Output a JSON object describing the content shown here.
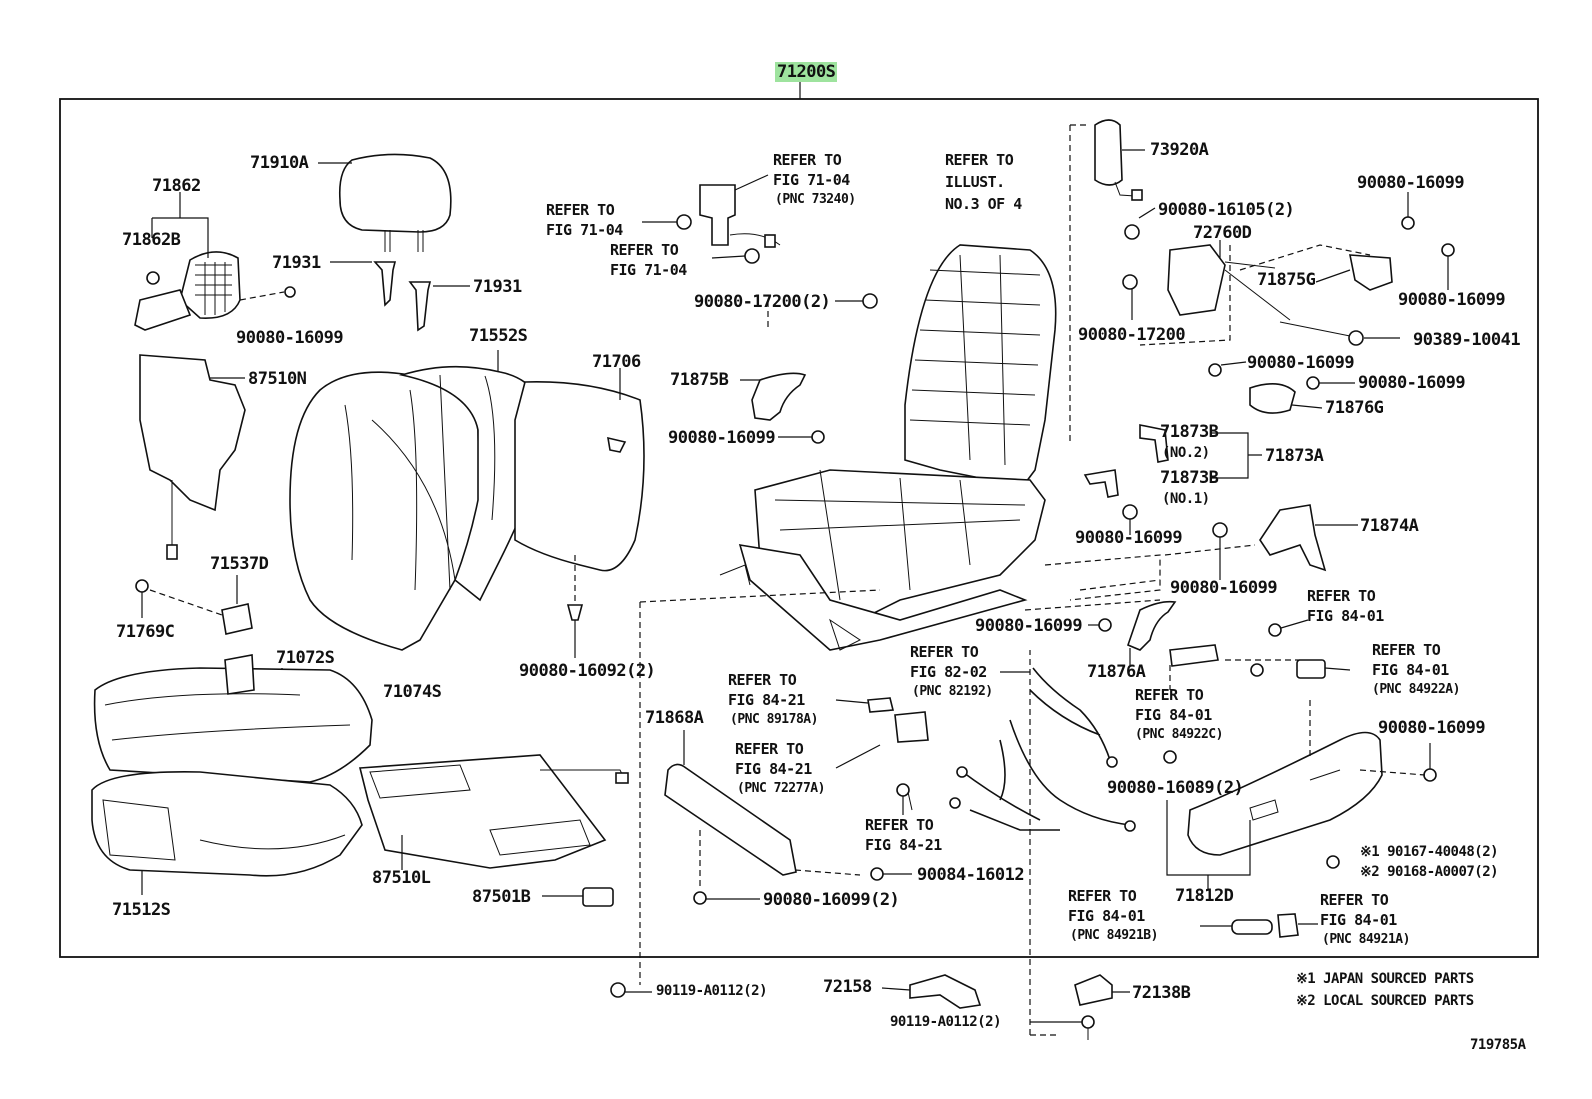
{
  "main_part": "71200S",
  "figure_code": "719785A",
  "legend": {
    "note1": "※1 JAPAN SOURCED PARTS",
    "note2": "※2 LOCAL SOURCED PARTS"
  },
  "labels": {
    "p71910A": "71910A",
    "p71862": "71862",
    "p71862B": "71862B",
    "p71931a": "71931",
    "p71931b": "71931",
    "p90080_16099_a": "90080-16099",
    "p71552S": "71552S",
    "p71706": "71706",
    "p87510N": "87510N",
    "p71537D": "71537D",
    "p71769C": "71769C",
    "p71074S": "71074S",
    "p90080_16092": "90080-16092(2)",
    "p71072S": "71072S",
    "p87510L": "87510L",
    "p71512S": "71512S",
    "p87501B": "87501B",
    "p90080_17200_a": "90080-17200(2)",
    "p71875B": "71875B",
    "p90080_16099_b": "90080-16099",
    "p73920A": "73920A",
    "p90080_16105": "90080-16105(2)",
    "p72760D": "72760D",
    "p90080_16099_c": "90080-16099",
    "p71875G": "71875G",
    "p90080_16099_d": "90080-16099",
    "p90080_17200_b": "90080-17200",
    "p90389_10041": "90389-10041",
    "p90080_16099_e": "90080-16099",
    "p90080_16099_f": "90080-16099",
    "p71876G": "71876G",
    "p71873B_1": "71873B",
    "p71873B_no2": "(NO.2)",
    "p71873A": "71873A",
    "p71873B_2": "71873B",
    "p71873B_no1": "(NO.1)",
    "p90080_16099_g": "90080-16099",
    "p71874A": "71874A",
    "p90080_16099_h": "90080-16099",
    "p90080_16099_i": "90080-16099",
    "p71876A": "71876A",
    "p71868A": "71868A",
    "p90084_16012": "90084-16012",
    "p90080_16099_j": "90080-16099(2)",
    "p90080_16089": "90080-16089(2)",
    "p90080_16099_k": "90080-16099",
    "p90167": "※1 90167-40048(2)",
    "p90168": "※2 90168-A0007(2)",
    "p71812D": "71812D",
    "p90119_a": "90119-A0112(2)",
    "p72158": "72158",
    "p90119_b": "90119-A0112(2)",
    "p72138B": "72138B"
  },
  "refs": {
    "r1_a": "REFER TO",
    "r1_b": "FIG 71-04",
    "r1_c": "(PNC 73240)",
    "r2_a": "REFER TO",
    "r2_b": "FIG 71-04",
    "r3_a": "REFER TO",
    "r3_b": "FIG 71-04",
    "r4_a": "REFER TO",
    "r4_b": "ILLUST.",
    "r4_c": "NO.3 OF 4",
    "r5_a": "REFER TO",
    "r5_b": "FIG 84-01",
    "r6_a": "REFER TO",
    "r6_b": "FIG 84-01",
    "r6_c": "(PNC 84922A)",
    "r7_a": "REFER TO",
    "r7_b": "FIG 82-02",
    "r7_c": "(PNC 82192)",
    "r8_a": "REFER TO",
    "r8_b": "FIG 84-01",
    "r8_c": "(PNC 84922C)",
    "r9_a": "REFER TO",
    "r9_b": "FIG 84-21",
    "r9_c": "(PNC 89178A)",
    "r10_a": "REFER TO",
    "r10_b": "FIG 84-21",
    "r10_c": "(PNC 72277A)",
    "r11_a": "REFER TO",
    "r11_b": "FIG 84-21",
    "r12_a": "REFER TO",
    "r12_b": "FIG 84-01",
    "r12_c": "(PNC 84921B)",
    "r13_a": "REFER TO",
    "r13_b": "FIG 84-01",
    "r13_c": "(PNC 84921A)"
  }
}
